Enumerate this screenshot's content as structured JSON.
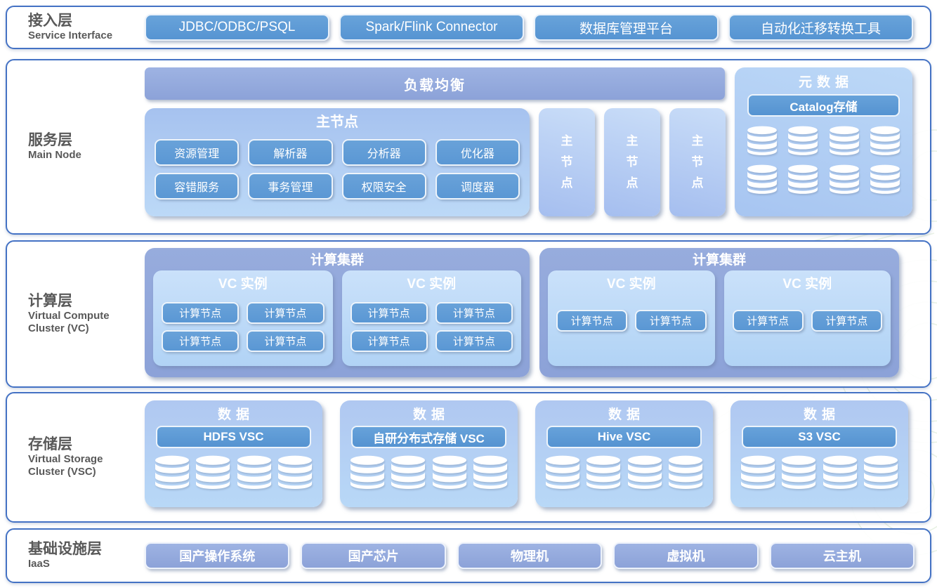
{
  "layers": {
    "service": {
      "label_zh": "接入层",
      "label_en": "Service Interface",
      "buttons": [
        "JDBC/ODBC/PSQL",
        "Spark/Flink Connector",
        "数据库管理平台",
        "自动化迁移转换工具"
      ]
    },
    "main": {
      "label_zh": "服务层",
      "label_en": "Main Node",
      "load_balancer": "负载均衡",
      "master": {
        "title": "主节点",
        "row1": [
          "资源管理",
          "解析器",
          "分析器",
          "优化器"
        ],
        "row2": [
          "容错服务",
          "事务管理",
          "权限安全",
          "调度器"
        ]
      },
      "standby_nodes": [
        "主节点",
        "主节点",
        "主节点"
      ],
      "metadata": {
        "title": "元数据",
        "bar": "Catalog存储"
      }
    },
    "compute": {
      "label_zh": "计算层",
      "label_en_line1": "Virtual Compute",
      "label_en_line2": "Cluster (VC)",
      "clusters": [
        {
          "title": "计算集群",
          "instances": [
            {
              "title": "VC 实例",
              "node_rows": [
                [
                  "计算节点",
                  "计算节点"
                ],
                [
                  "计算节点",
                  "计算节点"
                ]
              ]
            },
            {
              "title": "VC 实例",
              "node_rows": [
                [
                  "计算节点",
                  "计算节点"
                ],
                [
                  "计算节点",
                  "计算节点"
                ]
              ]
            }
          ]
        },
        {
          "title": "计算集群",
          "instances": [
            {
              "title": "VC 实例",
              "node_rows": [
                [
                  "计算节点",
                  "计算节点"
                ]
              ]
            },
            {
              "title": "VC 实例",
              "node_rows": [
                [
                  "计算节点",
                  "计算节点"
                ]
              ]
            }
          ]
        }
      ]
    },
    "storage": {
      "label_zh": "存储层",
      "label_en_line1": "Virtual Storage",
      "label_en_line2": "Cluster (VSC)",
      "blocks": [
        {
          "title": "数据",
          "bar": "HDFS VSC"
        },
        {
          "title": "数据",
          "bar": "自研分布式存储 VSC"
        },
        {
          "title": "数据",
          "bar": "Hive VSC"
        },
        {
          "title": "数据",
          "bar": "S3 VSC"
        }
      ]
    },
    "iaas": {
      "label_zh": "基础设施层",
      "label_en": "IaaS",
      "buttons": [
        "国产操作系统",
        "国产芯片",
        "物理机",
        "虚拟机",
        "云主机"
      ]
    }
  },
  "colors": {
    "accent_blue": "#5B9BD5",
    "periwinkle": "#93A9DC",
    "light_block": "#B5D2F4",
    "border_blue": "#4472C4",
    "label_gray": "#595959",
    "text_white": "#FFFFFF"
  }
}
